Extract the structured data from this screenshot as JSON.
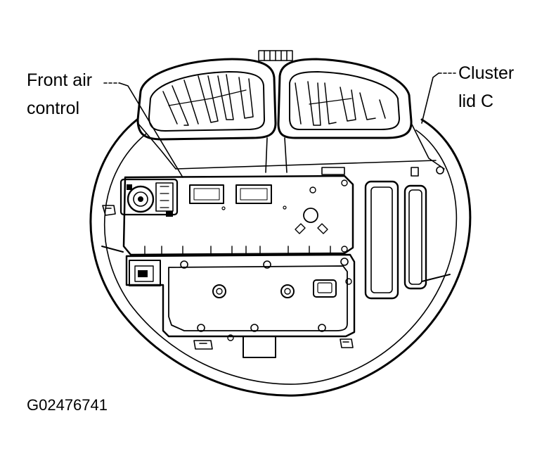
{
  "callouts": {
    "front_air_control": {
      "line1": "Front air",
      "line2": "control"
    },
    "cluster_lid_c": {
      "line1": "Cluster",
      "line2": "lid C"
    }
  },
  "figure_id": "G02476741",
  "colors": {
    "ink": "#000000",
    "paper": "#ffffff"
  }
}
